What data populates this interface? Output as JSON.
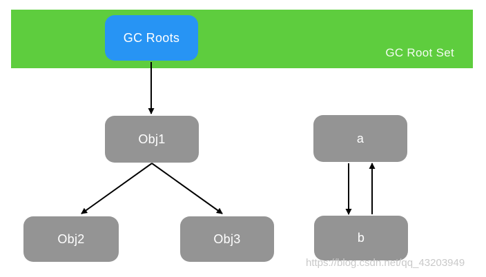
{
  "banner": {
    "label": "GC Root Set",
    "color": "#5ecd3e"
  },
  "nodes": [
    {
      "id": "gc-roots",
      "label": "GC Roots",
      "color": "#2794f4"
    },
    {
      "id": "obj1",
      "label": "Obj1",
      "color": "#949494"
    },
    {
      "id": "obj2",
      "label": "Obj2",
      "color": "#949494"
    },
    {
      "id": "obj3",
      "label": "Obj3",
      "color": "#949494"
    },
    {
      "id": "a",
      "label": "a",
      "color": "#949494"
    },
    {
      "id": "b",
      "label": "b",
      "color": "#949494"
    }
  ],
  "edges": [
    {
      "from": "gc-roots",
      "to": "obj1"
    },
    {
      "from": "obj1",
      "to": "obj2"
    },
    {
      "from": "obj1",
      "to": "obj3"
    },
    {
      "from": "a",
      "to": "b"
    },
    {
      "from": "b",
      "to": "a"
    }
  ],
  "edge_color": "#000000",
  "watermark": {
    "text": "https://blog.csdn.net/qq_43203949",
    "color": "#c9c9c9"
  }
}
